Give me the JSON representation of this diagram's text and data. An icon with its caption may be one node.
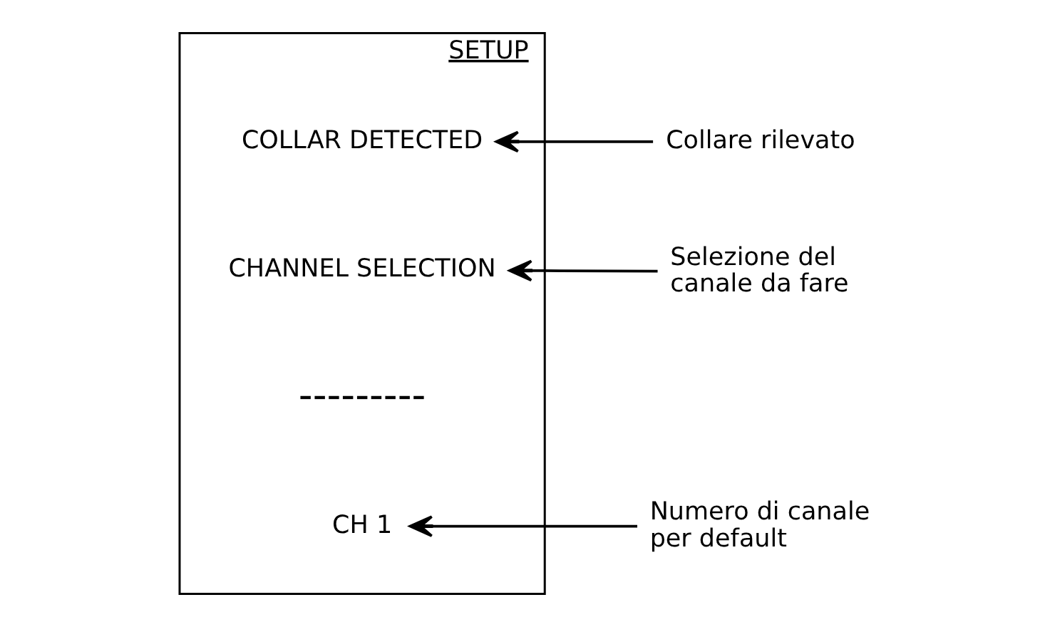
{
  "diagram": {
    "nodes": [
      {
        "text": [
          "SETUP"
        ]
      },
      {
        "text": [
          "COLLAR DETECTED"
        ],
        "in": 0
      },
      {
        "text": [
          "CHANNEL SELECTION"
        ],
        "in": 0
      },
      {
        "text": [
          "CH 1"
        ],
        "in": 0
      },
      {
        "text": [
          "Collare rilevato"
        ]
      },
      {
        "text": [
          "Selezione del canale da fare"
        ]
      },
      {
        "text": [
          "Numero di canale per default"
        ]
      }
    ],
    "edges": [
      {
        "from": 4,
        "to": 1,
        "arrow": "to"
      },
      {
        "from": 5,
        "to": 2,
        "arrow": "to"
      },
      {
        "from": 6,
        "to": 3,
        "arrow": "to"
      }
    ],
    "labels": [
      "---------"
    ]
  }
}
